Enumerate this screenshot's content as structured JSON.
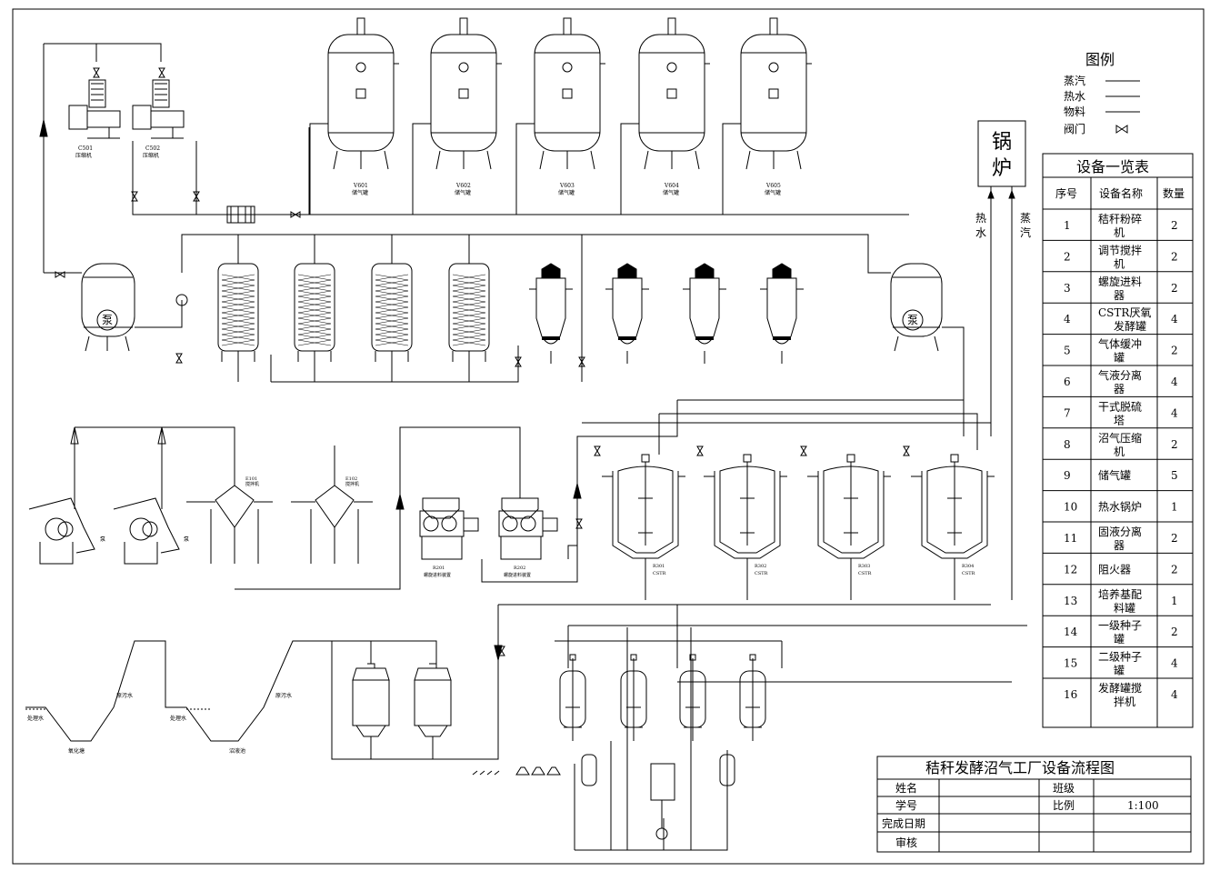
{
  "legend": {
    "title": "图例",
    "items": [
      {
        "label": "蒸汽",
        "symbol": "line"
      },
      {
        "label": "热水",
        "symbol": "line"
      },
      {
        "label": "物料",
        "symbol": "line"
      },
      {
        "label": "阀门",
        "symbol": "valve"
      }
    ]
  },
  "boiler": {
    "label_1": "锅",
    "label_2": "炉",
    "hot_water_1": "热",
    "hot_water_2": "水",
    "steam_1": "蒸",
    "steam_2": "汽"
  },
  "equipment_table": {
    "title": "设备一览表",
    "headers": [
      "序号",
      "设备名称",
      "数量"
    ],
    "rows": [
      {
        "no": "1",
        "name1": "秸秆粉碎",
        "name2": "机",
        "qty": "2"
      },
      {
        "no": "2",
        "name1": "调节搅拌",
        "name2": "机",
        "qty": "2"
      },
      {
        "no": "3",
        "name1": "螺旋进料",
        "name2": "器",
        "qty": "2"
      },
      {
        "no": "4",
        "name1": "CSTR厌氧",
        "name2": "发酵罐",
        "qty": "4"
      },
      {
        "no": "5",
        "name1": "气体缓冲",
        "name2": "罐",
        "qty": "2"
      },
      {
        "no": "6",
        "name1": "气液分离",
        "name2": "器",
        "qty": "4"
      },
      {
        "no": "7",
        "name1": "干式脱硫",
        "name2": "塔",
        "qty": "4"
      },
      {
        "no": "8",
        "name1": "沼气压缩",
        "name2": "机",
        "qty": "2"
      },
      {
        "no": "9",
        "name1": "储气罐",
        "name2": "",
        "qty": "5"
      },
      {
        "no": "10",
        "name1": "热水锅炉",
        "name2": "",
        "qty": "1"
      },
      {
        "no": "11",
        "name1": "固液分离",
        "name2": "器",
        "qty": "2"
      },
      {
        "no": "12",
        "name1": "阻火器",
        "name2": "",
        "qty": "2"
      },
      {
        "no": "13",
        "name1": "培养基配",
        "name2": "料罐",
        "qty": "1"
      },
      {
        "no": "14",
        "name1": "一级种子",
        "name2": "罐",
        "qty": "2"
      },
      {
        "no": "15",
        "name1": "二级种子",
        "name2": "罐",
        "qty": "4"
      },
      {
        "no": "16",
        "name1": "发酵罐搅",
        "name2": "拌机",
        "qty": "4"
      }
    ]
  },
  "title_block": {
    "title": "秸秆发酵沼气工厂设备流程图",
    "name_label": "姓名",
    "class_label": "班级",
    "id_label": "学号",
    "scale_label": "比例",
    "scale_value": "1:100",
    "date_label": "完成日期",
    "review_label": "审核"
  },
  "labels": {
    "compressor_1_code": "C501",
    "compressor_1_name": "压缩机",
    "compressor_2_code": "C502",
    "compressor_2_name": "压缩机",
    "gas_tanks": [
      {
        "code": "V601",
        "name": "储气罐"
      },
      {
        "code": "V602",
        "name": "储气罐"
      },
      {
        "code": "V603",
        "name": "储气罐"
      },
      {
        "code": "V604",
        "name": "储气罐"
      },
      {
        "code": "V605",
        "name": "储气罐"
      }
    ],
    "pump_glyph": "泵",
    "pump_text": "泵",
    "screw_1_code": "R201",
    "screw_1_name": "螺旋进料装置",
    "screw_2_code": "R202",
    "screw_2_name": "螺旋进料装置",
    "mixer_1_code": "E101",
    "mixer_1_name": "搅拌机",
    "mixer_2_code": "E102",
    "mixer_2_name": "搅拌机",
    "cstr": [
      {
        "code": "R301",
        "name": "CSTR"
      },
      {
        "code": "R302",
        "name": "CSTR"
      },
      {
        "code": "R303",
        "name": "CSTR"
      },
      {
        "code": "R304",
        "name": "CSTR"
      }
    ],
    "raw_water_1": "原污水",
    "treated_water_1": "处理水",
    "oxidation_pond": "氧化塘",
    "raw_water_2": "原污水",
    "treated_water_2": "处理水",
    "digestate_pond": "沼液池"
  }
}
